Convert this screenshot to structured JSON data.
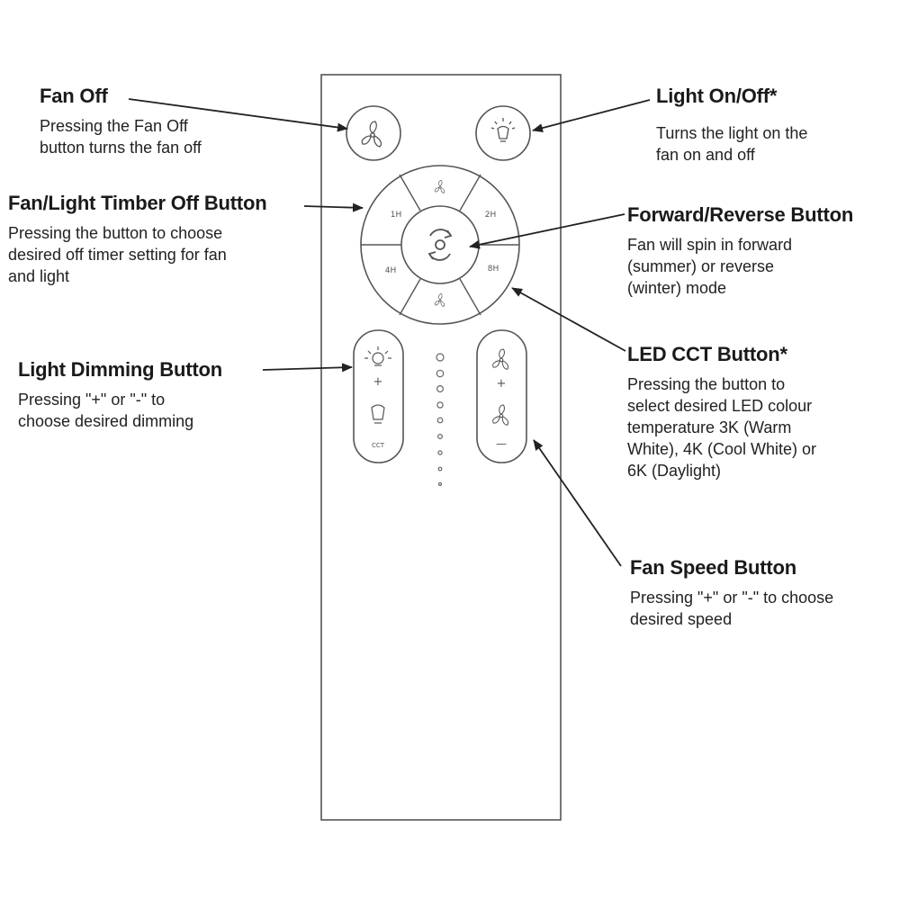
{
  "callouts": {
    "fan_off": {
      "title": "Fan Off",
      "desc": "Pressing the Fan Off\nbutton turns the fan off"
    },
    "light_on_off": {
      "title": "Light On/Off*",
      "desc": "Turns the light on the\nfan on and off"
    },
    "timer_off": {
      "title": "Fan/Light Timber Off Button",
      "desc": "Pressing the button to choose\ndesired off timer setting for fan\nand light"
    },
    "forward_reverse": {
      "title": "Forward/Reverse Button",
      "desc": "Fan will spin in forward\n(summer) or reverse\n(winter) mode"
    },
    "light_dimming": {
      "title": "Light Dimming Button",
      "desc": "Pressing \"+\" or \"-\" to\nchoose desired dimming"
    },
    "led_cct": {
      "title": "LED CCT Button*",
      "desc": "Pressing the button to\nselect desired LED colour\ntemperature 3K (Warm\nWhite), 4K (Cool White) or\n6K (Daylight)"
    },
    "fan_speed": {
      "title": "Fan Speed Button",
      "desc": "Pressing \"+\" or \"-\" to choose\ndesired speed"
    }
  },
  "remote": {
    "timer_labels": [
      "1H",
      "2H",
      "4H",
      "8H"
    ],
    "cct_label": "CCT",
    "plus": "+",
    "minus": "—"
  },
  "icons": [
    "fan-icon",
    "light-bulb-icon",
    "reverse-arrows-icon",
    "brightness-icon",
    "light-dim-icon",
    "fan-speed-icon"
  ],
  "colors": {
    "line": "#555555",
    "text": "#1a1a1a"
  }
}
